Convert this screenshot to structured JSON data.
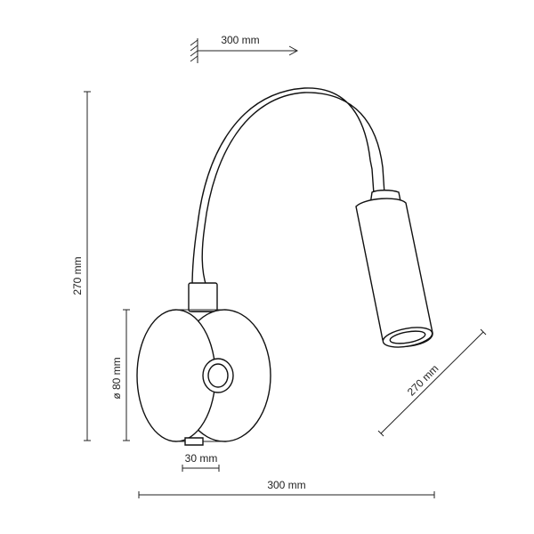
{
  "dimensions": {
    "reach_top": "300 mm",
    "height": "270 mm",
    "base_diameter": "ø 80 mm",
    "switch": "30 mm",
    "width_bottom": "300 mm",
    "head_length": "270 mm"
  },
  "colors": {
    "stroke": "#222222",
    "background": "#ffffff"
  }
}
